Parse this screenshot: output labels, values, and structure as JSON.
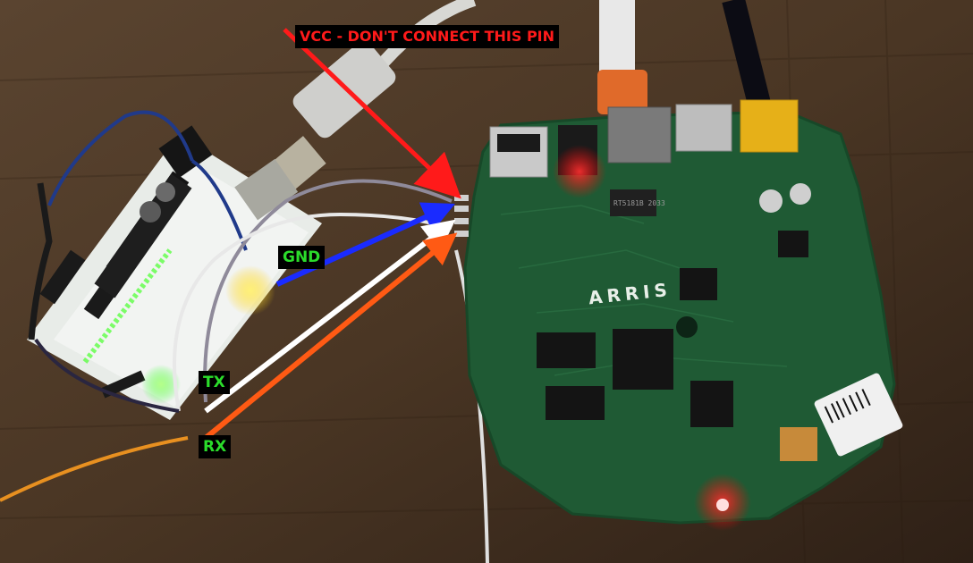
{
  "annotations": {
    "vcc_label": "VCC - DON'T CONNECT THIS PIN",
    "gnd_label": "GND",
    "tx_label": "TX",
    "rx_label": "RX"
  },
  "board": {
    "brand_text": "ARRIS",
    "chip_marking": "RT5181B 2033"
  },
  "colors": {
    "vcc_arrow": "#ff1a1a",
    "gnd_arrow": "#1a2bff",
    "tx_arrow": "#ffffff",
    "rx_arrow": "#ff5a14",
    "label_text": "#2bdc2b",
    "pcb_green": "#1f5a34",
    "arduino_white": "#e8ece8"
  },
  "icons": [
    "usb-port-icon",
    "ethernet-port-icon",
    "hdmi-port-icon",
    "power-jack-icon",
    "led-icon"
  ]
}
